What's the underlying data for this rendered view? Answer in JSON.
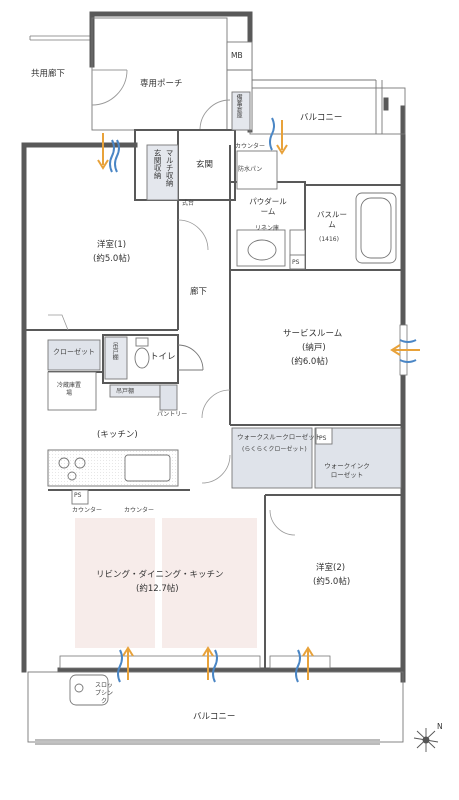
{
  "rooms": {
    "common_corridor": "共用廊下",
    "private_porch": "専用ポーチ",
    "mb": "MB",
    "disaster_storage": "備蓄倉庫",
    "balcony_top": "バルコニー",
    "entrance_storage": "玄関収納",
    "multi_storage": "マルチ収納",
    "entrance": "玄関",
    "shoe_sitting": "式台",
    "counter_top": "カウンター",
    "waterproof_pan": "防水パン",
    "powder_room": "パウダールーム",
    "linen_cabinet": "リネン庫",
    "bath_room": "バスルーム",
    "bath_size": "(1416)",
    "ps_top": "PS",
    "western1": "洋室(1)",
    "western1_size": "(約5.0帖)",
    "hallway": "廊下",
    "service_room": "サービスルーム",
    "service_room_sub": "(納戸)",
    "service_room_size": "(約6.0帖)",
    "closet": "クローゼット",
    "toilet_storage": "吊戸棚",
    "toilet": "トイレ",
    "fridge_space": "冷蔵庫置場",
    "hanging_cabinet": "吊戸棚",
    "pantry": "パントリー",
    "walk_through_closet": "ウォークスルークローゼット",
    "walk_through_sub": "(らくらくクローゼット)",
    "ps_mid": "PS",
    "walk_in_closet": "ウォークインクローゼット",
    "kitchen": "(キッチン)",
    "ps_kitchen": "PS",
    "counter_left": "カウンター",
    "counter_mid": "カウンター",
    "ldk": "リビング・ダイニング・キッチン",
    "ldk_size": "(約12.7帖)",
    "western2": "洋室(2)",
    "western2_size": "(約5.0帖)",
    "slop_sink": "スロップシンク",
    "balcony_bottom": "バルコニー"
  },
  "compass": {
    "north": "N"
  },
  "colors": {
    "wall": "#595959",
    "line": "#777777",
    "storage_fill": "#dfe3ea",
    "floor_pink": "#f7ecea",
    "ventilation_blue": "#4a86c5",
    "ventilation_orange": "#e8a23a"
  }
}
